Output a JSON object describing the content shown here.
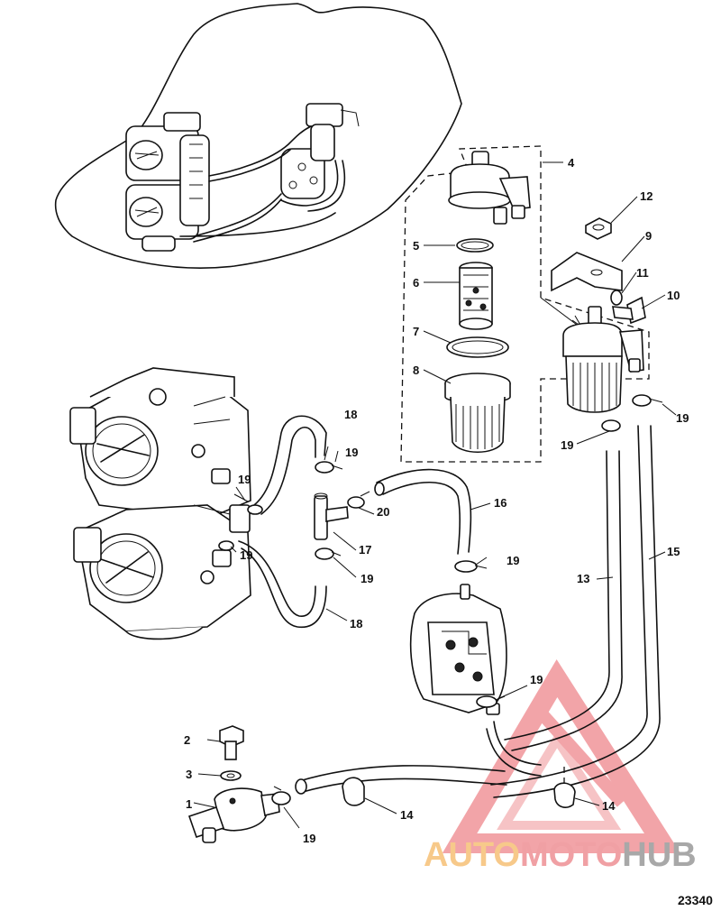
{
  "callouts": [
    {
      "id": "1",
      "text": "1"
    },
    {
      "id": "2",
      "text": "2"
    },
    {
      "id": "3",
      "text": "3"
    },
    {
      "id": "4",
      "text": "4"
    },
    {
      "id": "5",
      "text": "5"
    },
    {
      "id": "6",
      "text": "6"
    },
    {
      "id": "7",
      "text": "7"
    },
    {
      "id": "8",
      "text": "8"
    },
    {
      "id": "9",
      "text": "9"
    },
    {
      "id": "10",
      "text": "10"
    },
    {
      "id": "11",
      "text": "11"
    },
    {
      "id": "12",
      "text": "12"
    },
    {
      "id": "13",
      "text": "13"
    },
    {
      "id": "14a",
      "text": "14"
    },
    {
      "id": "14b",
      "text": "14"
    },
    {
      "id": "15",
      "text": "15"
    },
    {
      "id": "16",
      "text": "16"
    },
    {
      "id": "17",
      "text": "17"
    },
    {
      "id": "18a",
      "text": "18"
    },
    {
      "id": "18b",
      "text": "18"
    },
    {
      "id": "19a",
      "text": "19"
    },
    {
      "id": "19b",
      "text": "19"
    },
    {
      "id": "19c",
      "text": "19"
    },
    {
      "id": "19d",
      "text": "19"
    },
    {
      "id": "19e",
      "text": "19"
    },
    {
      "id": "19f",
      "text": "19"
    },
    {
      "id": "19g",
      "text": "19"
    },
    {
      "id": "19h",
      "text": "19"
    },
    {
      "id": "19i",
      "text": "19"
    },
    {
      "id": "20",
      "text": "20"
    }
  ],
  "figure_number": "23340",
  "watermark": {
    "part1": "AUTO",
    "part2": "MOTO",
    "part3": "HUB",
    "colors": {
      "red": "#f0a0a4",
      "orange": "#f7c98a",
      "grey": "#a8a8a8"
    }
  }
}
